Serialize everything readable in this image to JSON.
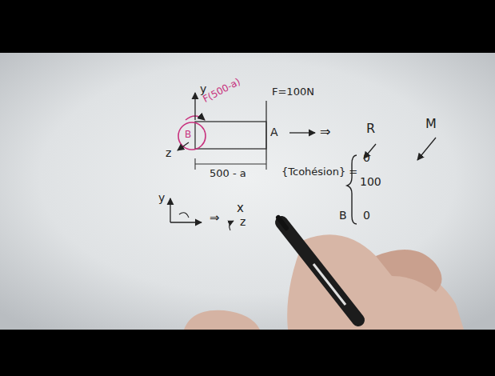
{
  "diagram": {
    "labels": [
      "y",
      "F(500-a)",
      "F=100N",
      "A",
      "B",
      "z",
      "500 - a",
      "⇒",
      "R",
      "M",
      "{Tcohésion} =",
      "0",
      "100",
      "B",
      "0",
      "y",
      "⇒",
      "x",
      "z"
    ]
  }
}
